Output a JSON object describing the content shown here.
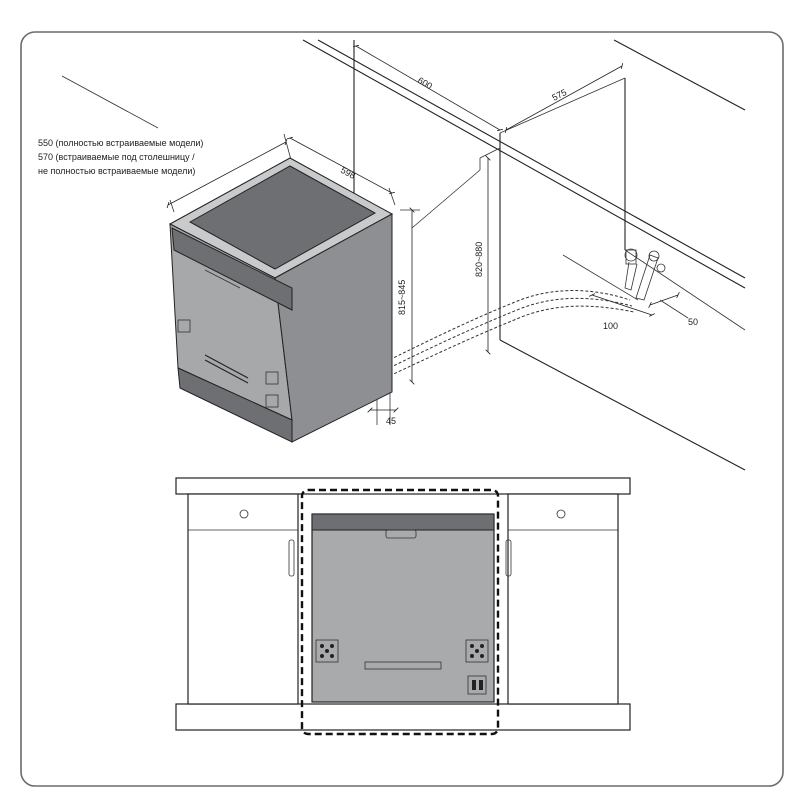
{
  "figure": {
    "note_lines": [
      "550 (полностью встраиваемые модели)",
      "570 (встраиваемые под столешницу /",
      "не полностью встраиваемые модели)"
    ],
    "dimensions": {
      "width": "598",
      "cabinet_width": "600",
      "cabinet_depth": "575",
      "height_machine": "815~845",
      "height_niche": "820~880",
      "gap": "45",
      "outlet_offset_1": "100",
      "outlet_offset_2": "50"
    }
  },
  "colors": {
    "appliance_front": "#a9aaac",
    "appliance_side": "#8e8f92",
    "appliance_top": "#c9cacc",
    "frame": "#6b6b6b"
  }
}
